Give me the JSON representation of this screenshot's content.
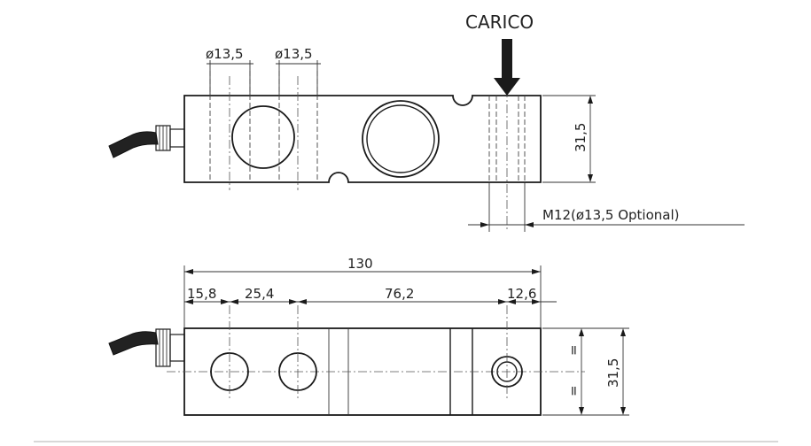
{
  "labels": {
    "load": "CARICO",
    "hole_diameter_1": "ø13,5",
    "hole_diameter_2": "ø13,5",
    "height_top": "31,5",
    "thread": "M12(ø13,5 Optional)",
    "total_length": "130",
    "dim_a": "15,8",
    "dim_b": "25,4",
    "dim_c": "76,2",
    "dim_d": "12,6",
    "height_bottom": "31,5",
    "equal_1": "=",
    "equal_2": "="
  },
  "colors": {
    "line": "#1a1a1a",
    "background": "#ffffff",
    "footer_rule": "#cccccc"
  }
}
